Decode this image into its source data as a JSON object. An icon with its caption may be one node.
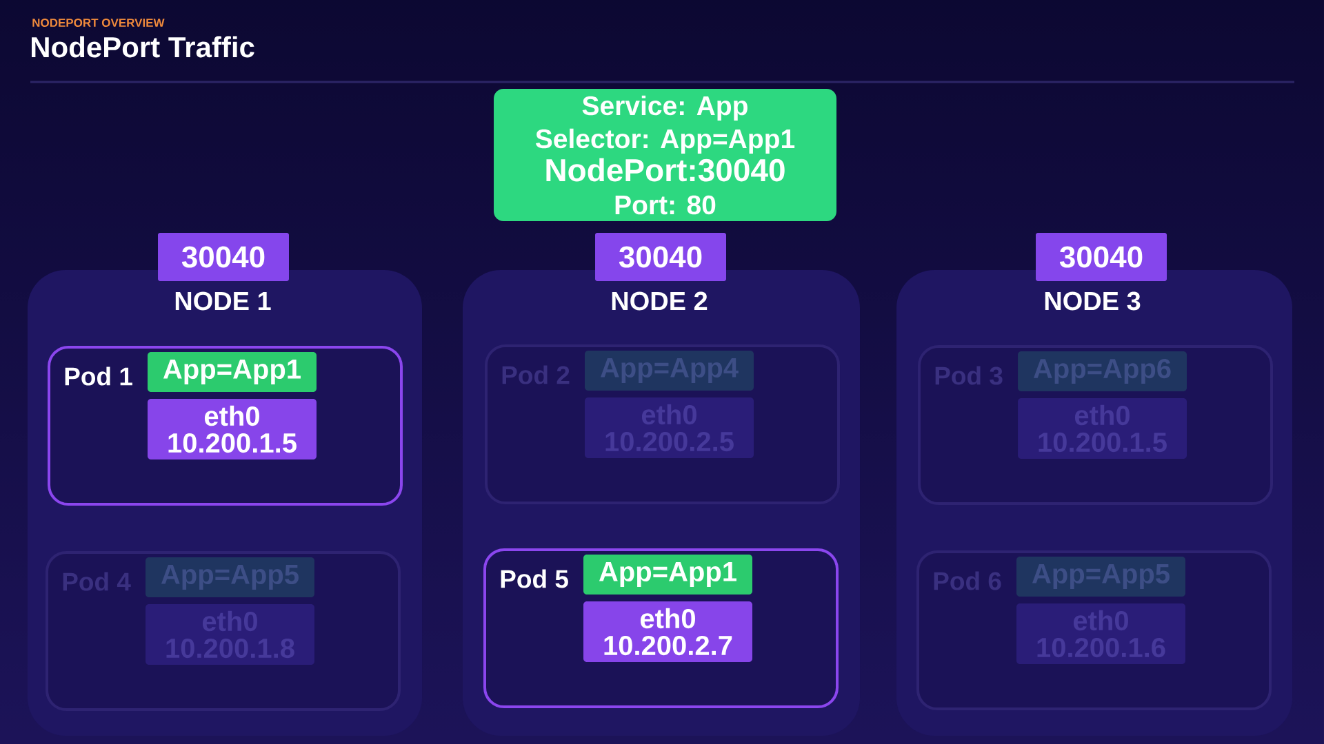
{
  "diagram": {
    "title": "NodePort Traffic",
    "nodes": [
      {
        "text": [
          "Service: App",
          "Selector: App=App1",
          "NodePort:30040",
          "Port: 80"
        ]
      },
      {
        "text": [
          "30040"
        ]
      },
      {
        "text": [
          "30040"
        ]
      },
      {
        "text": [
          "30040"
        ]
      },
      {
        "text": [
          "NODE 1"
        ]
      },
      {
        "text": [
          "Pod 1"
        ],
        "in": 4
      },
      {
        "text": [
          "App=App1"
        ],
        "in": 5
      },
      {
        "text": [
          "eth0",
          "10.200.1.5"
        ],
        "in": 5
      },
      {
        "text": [
          "Pod 4"
        ],
        "in": 4
      },
      {
        "text": [
          "App=App5"
        ],
        "in": 8
      },
      {
        "text": [
          "eth0",
          "10.200.1.8"
        ],
        "in": 8
      },
      {
        "text": [
          "NODE 2"
        ]
      },
      {
        "text": [
          "Pod 2"
        ],
        "in": 11
      },
      {
        "text": [
          "App=App4"
        ],
        "in": 12
      },
      {
        "text": [
          "eth0",
          "10.200.2.5"
        ],
        "in": 12
      },
      {
        "text": [
          "Pod 5"
        ],
        "in": 11
      },
      {
        "text": [
          "App=App1"
        ],
        "in": 15
      },
      {
        "text": [
          "eth0",
          "10.200.2.7"
        ],
        "in": 15
      },
      {
        "text": [
          "NODE 3"
        ]
      },
      {
        "text": [
          "Pod 3"
        ],
        "in": 18
      },
      {
        "text": [
          "App=App6"
        ],
        "in": 19
      },
      {
        "text": [
          "eth0",
          "10.200.1.5"
        ],
        "in": 19
      },
      {
        "text": [
          "Pod 6"
        ],
        "in": 18
      },
      {
        "text": [
          "App=App5"
        ],
        "in": 22
      },
      {
        "text": [
          "eth0",
          "10.200.1.6"
        ],
        "in": 22
      }
    ],
    "labels": [
      "NODEPORT OVERVIEW"
    ]
  }
}
